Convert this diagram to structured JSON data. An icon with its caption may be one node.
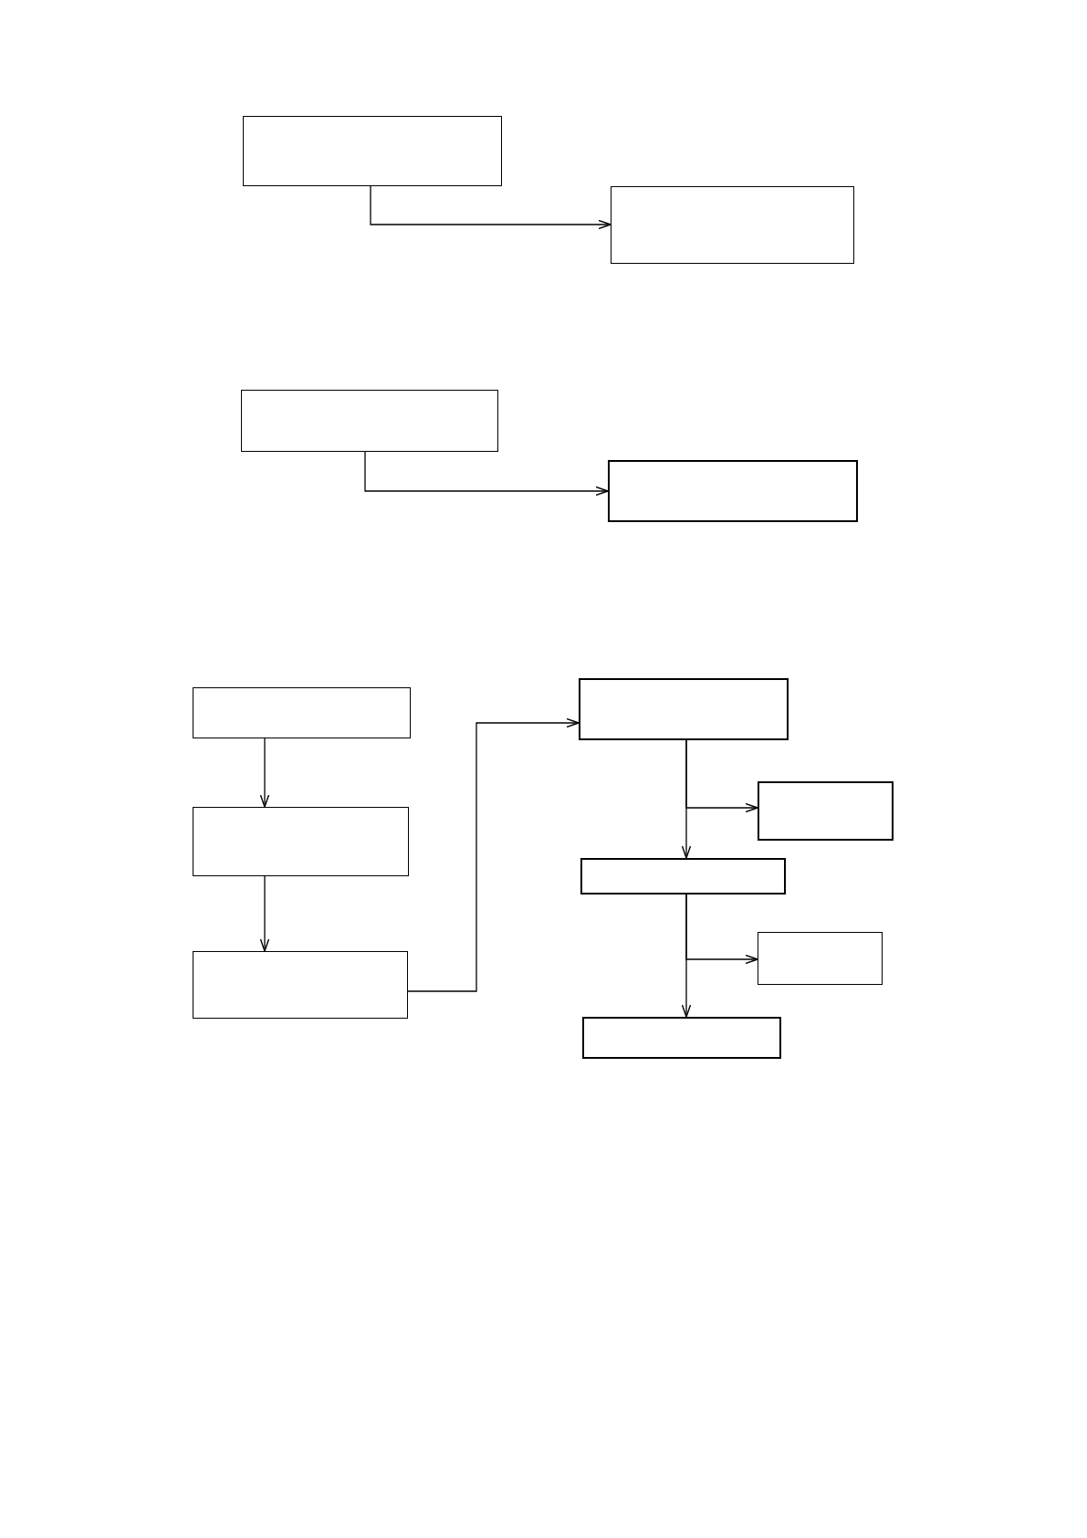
{
  "diagram": {
    "nodes": [
      {
        "text": [],
        "shape": "box"
      },
      {
        "text": [],
        "shape": "box"
      },
      {
        "text": [],
        "shape": "box"
      },
      {
        "text": [],
        "shape": "box"
      },
      {
        "text": [],
        "shape": "box"
      },
      {
        "text": [],
        "shape": "box"
      },
      {
        "text": [],
        "shape": "box"
      },
      {
        "text": [],
        "shape": "box"
      },
      {
        "text": [],
        "shape": "box"
      },
      {
        "text": [],
        "shape": "box"
      },
      {
        "text": [],
        "shape": "box"
      },
      {
        "text": [],
        "shape": "box"
      }
    ],
    "edges": [
      {
        "from": 0,
        "to": 1,
        "arrow": "to"
      },
      {
        "from": 2,
        "to": 3,
        "arrow": "to"
      },
      {
        "from": 4,
        "to": 5,
        "arrow": "to"
      },
      {
        "from": 5,
        "to": 6,
        "arrow": "to"
      },
      {
        "from": 6,
        "to": 7,
        "arrow": "to"
      },
      {
        "from": 7,
        "to": 9,
        "arrow": "to"
      },
      {
        "from": 7,
        "to": 8,
        "arrow": "to"
      },
      {
        "from": 9,
        "to": 11,
        "arrow": "to"
      },
      {
        "from": 9,
        "to": 10,
        "arrow": "to"
      }
    ]
  }
}
